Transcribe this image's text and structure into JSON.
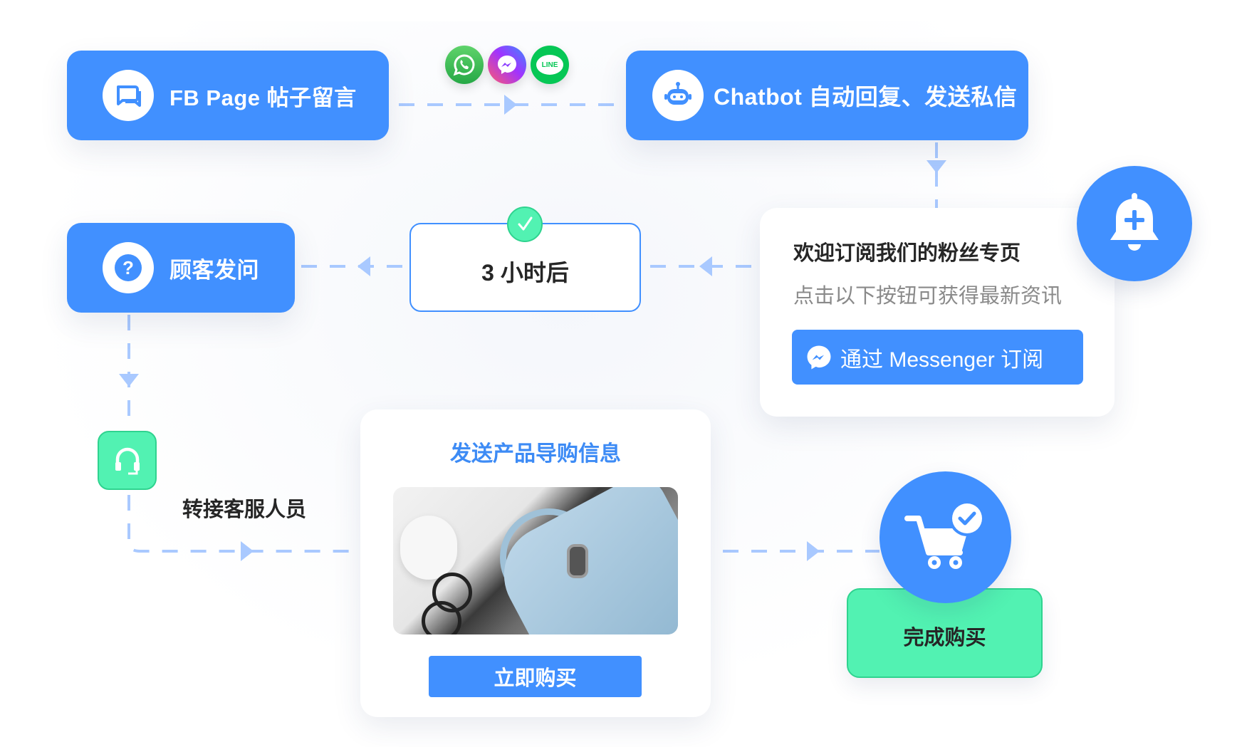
{
  "colors": {
    "primary_blue": "#4190ff",
    "connector_blue": "#a9c9ff",
    "green": "#52f2b2",
    "green_border": "#2fd38f",
    "text_dark": "#262626",
    "text_gray": "#8a8a8a",
    "title_blue": "#3d8bf5"
  },
  "nodes": {
    "fb_post": {
      "label": "FB Page 帖子留言",
      "icon": "chat-bubbles-icon"
    },
    "channels": [
      {
        "name": "WhatsApp",
        "icon": "whatsapp-icon"
      },
      {
        "name": "Messenger",
        "icon": "messenger-icon"
      },
      {
        "name": "LINE",
        "icon": "line-icon",
        "text": "LINE"
      }
    ],
    "chatbot": {
      "label": "Chatbot 自动回复、发送私信",
      "icon": "robot-icon"
    },
    "subscribe_card": {
      "title": "欢迎订阅我们的粉丝专页",
      "subtitle": "点击以下按钮可获得最新资讯",
      "button_label": "通过 Messenger 订阅",
      "button_icon": "messenger-icon",
      "badge_icon": "bell-plus-icon"
    },
    "delay": {
      "label": "3 小时后",
      "badge_icon": "check-icon"
    },
    "customer_question": {
      "label": "顾客发问",
      "icon": "question-icon"
    },
    "transfer_agent": {
      "label": "转接客服人员",
      "icon": "headset-icon"
    },
    "product_card": {
      "title": "发送产品导购信息",
      "image_alt": "product-photo-blue-handbag",
      "button_label": "立即购买"
    },
    "purchase_done": {
      "label": "完成购买",
      "icon": "cart-check-icon"
    }
  }
}
